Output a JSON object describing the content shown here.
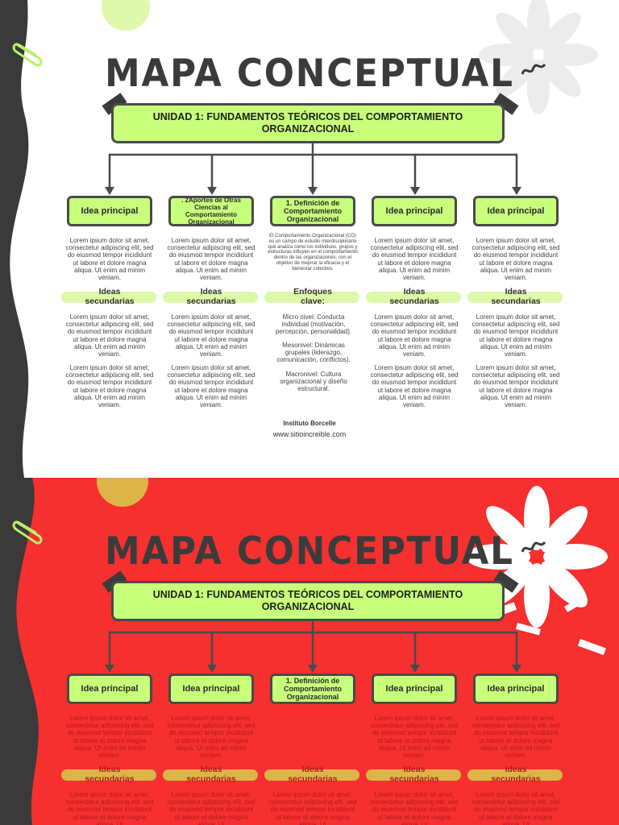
{
  "slide1": {
    "title": "MAPA CONCEPTUAL",
    "unit_title": "UNIDAD 1: FUNDAMENTOS TEÓRICOS DEL COMPORTAMIENTO ORGANIZACIONAL",
    "columns": [
      {
        "box": "Idea principal",
        "body": "Lorem ipsum dolor sit amet, consectetur adipiscing elit, sed do eiusmod tempor incididunt ut labore et dolore magna aliqua. Ut enim ad minim veniam.",
        "sec_label": "Ideas secundarias",
        "sec1": "Lorem ipsum dolor sit amet, consectetur adipiscing elit, sed do eiusmod tempor incididunt ut labore et dolore magna aliqua. Ut enim ad minim veniam.",
        "sec2": "Lorem ipsum dolor sit amet, consectetur adipiscing elit, sed do eiusmod tempor incididunt ut labore et dolore magna aliqua. Ut enim ad minim veniam."
      },
      {
        "box": ". 2Aportes de Otras Ciencias al Comportamiento Organizacional",
        "body": "Lorem ipsum dolor sit amet, consectetur adipiscing elit, sed do eiusmod tempor incididunt ut labore et dolore magna aliqua. Ut enim ad minim veniam.",
        "sec_label": "Ideas secundarias",
        "sec1": "Lorem ipsum dolor sit amet, consectetur adipiscing elit, sed do eiusmod tempor incididunt ut labore et dolore magna aliqua. Ut enim ad minim veniam.",
        "sec2": "Lorem ipsum dolor sit amet, consectetur adipiscing elit, sed do eiusmod tempor incididunt ut labore et dolore magna aliqua. Ut enim ad minim veniam."
      },
      {
        "box": "1. Definición de Comportamiento Organizacional",
        "body": "El Comportamiento Organizacional (CO) es un campo de estudio interdisciplinario que analiza cómo los individuos, grupos y estructuras influyen en el comportamiento dentro de las organizaciones, con el objetivo de mejorar la eficacia y el bienestar colectivo.",
        "sec_label": "Enfoques clave:",
        "sec1": "Micro nivel: Conducta individual (motivación, percepción, personalidad).",
        "sec2": "Mesonivel: Dinámicas grupales (liderazgo, comunicación, conflictos).",
        "sec3": "Macronivel: Cultura organizacional y diseño estructural."
      },
      {
        "box": "Idea principal",
        "body": "Lorem ipsum dolor sit amet, consectetur adipiscing elit, sed do eiusmod tempor incididunt ut labore et dolore magna aliqua. Ut enim ad minim veniam.",
        "sec_label": "Ideas secundarias",
        "sec1": "Lorem ipsum dolor sit amet, consectetur adipiscing elit, sed do eiusmod tempor incididunt ut labore et dolore magna aliqua. Ut enim ad minim veniam.",
        "sec2": "Lorem ipsum dolor sit amet, consectetur adipiscing elit, sed do eiusmod tempor incididunt ut labore et dolore magna aliqua. Ut enim ad minim veniam."
      },
      {
        "box": "Idea principal",
        "body": "Lorem ipsum dolor sit amet, consectetur adipiscing elit, sed do eiusmod tempor incididunt ut labore et dolore magna aliqua. Ut enim ad minim veniam.",
        "sec_label": "Ideas secundarias",
        "sec1": "Lorem ipsum dolor sit amet, consectetur adipiscing elit, sed do eiusmod tempor incididunt ut labore et dolore magna aliqua. Ut enim ad minim veniam.",
        "sec2": "Lorem ipsum dolor sit amet, consectetur adipiscing elit, sed do eiusmod tempor incididunt ut labore et dolore magna aliqua. Ut enim ad minim veniam."
      }
    ],
    "footer_org": "Instituto Borcelle",
    "footer_url": "www.sitioincreible.com"
  },
  "slide2": {
    "title": "MAPA CONCEPTUAL",
    "unit_title": "UNIDAD 1: FUNDAMENTOS TEÓRICOS DEL COMPORTAMIENTO ORGANIZACIONAL",
    "columns": [
      {
        "box": "Idea principal",
        "body": "Lorem ipsum dolor sit amet, consectetur adipiscing elit, sed do eiusmod tempor incididunt ut labore et dolore magna aliqua. Ut enim ad minim veniam.",
        "sec_label": "Ideas secundarias",
        "sec1": "Lorem ipsum dolor sit amet, consectetur adipiscing elit, sed do eiusmod tempor incididunt ut labore et dolore magna aliqua. Ut"
      },
      {
        "box": "Idea principal",
        "body": "Lorem ipsum dolor sit amet, consectetur adipiscing elit, sed do eiusmod tempor incididunt ut labore et dolore magna aliqua. Ut enim ad minim veniam.",
        "sec_label": "Ideas secundarias",
        "sec1": "Lorem ipsum dolor sit amet, consectetur adipiscing elit, sed do eiusmod tempor incididunt ut labore et dolore magna aliqua. Ut"
      },
      {
        "box": "1. Definición de Comportamiento Organizacional",
        "body": "",
        "sec_label": "Ideas secundarias",
        "sec1": "Lorem ipsum dolor sit amet, consectetur adipiscing elit, sed do eiusmod tempor incididunt ut labore et dolore magna aliqua. Ut"
      },
      {
        "box": "Idea principal",
        "body": "Lorem ipsum dolor sit amet, consectetur adipiscing elit, sed do eiusmod tempor incididunt ut labore et dolore magna aliqua. Ut enim ad minim veniam.",
        "sec_label": "Ideas secundarias",
        "sec1": "Lorem ipsum dolor sit amet, consectetur adipiscing elit, sed do eiusmod tempor incididunt ut labore et dolore magna aliqua. Ut"
      },
      {
        "box": "Idea principal",
        "body": "Lorem ipsum dolor sit amet, consectetur adipiscing elit, sed do eiusmod tempor incididunt ut labore et dolore magna aliqua. Ut enim ad minim veniam.",
        "sec_label": "Ideas secundarias",
        "sec1": "Lorem ipsum dolor sit amet, consectetur adipiscing elit, sed do eiusmod tempor incididunt ut labore et dolore magna aliqua. Ut"
      }
    ]
  }
}
